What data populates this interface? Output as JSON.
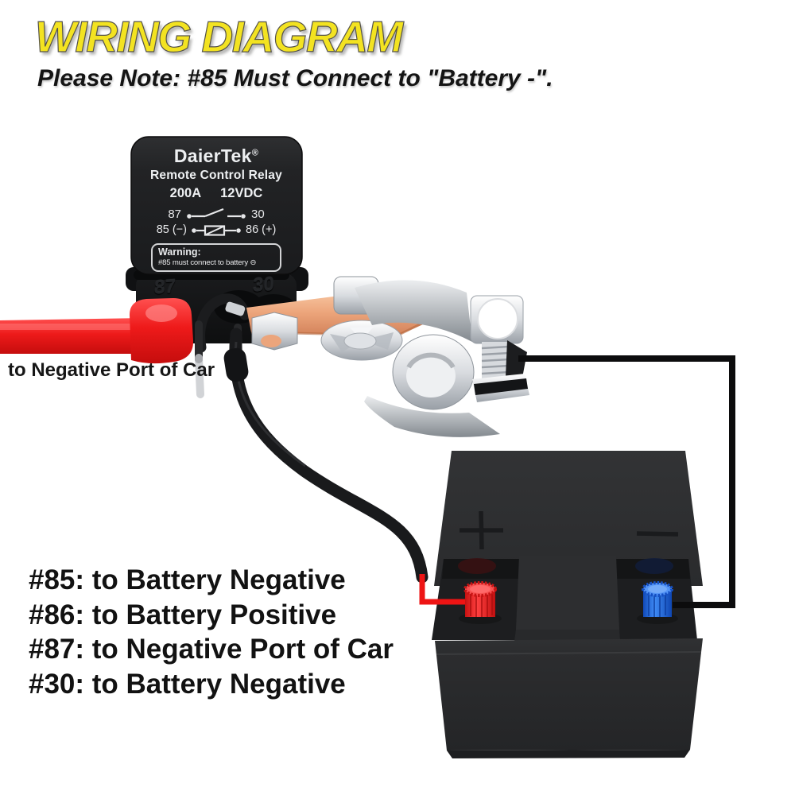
{
  "header": {
    "title": "WIRING DIAGRAM",
    "subtitle": "Please Note: #85 Must Connect to \"Battery -\"."
  },
  "relay": {
    "brand": "DaierTek",
    "registered_mark": "®",
    "product_name": "Remote Control Relay",
    "current_rating": "200A",
    "voltage_rating": "12VDC",
    "switch_terminal_left": "87",
    "switch_terminal_right": "30",
    "coil_terminal_left": "85 (−)",
    "coil_terminal_right": "86 (+)",
    "warning_title": "Warning:",
    "warning_text": "#85 must connect to battery ⊖",
    "case_terminal_left": "87",
    "case_terminal_right": "30"
  },
  "annotations": {
    "red_cable_label": "to Negative Port of Car"
  },
  "battery": {
    "positive_symbol": "+",
    "negative_symbol": "−"
  },
  "legend": {
    "items": [
      "#85: to Battery Negative",
      "#86: to Battery Positive",
      "#87: to Negative Port of Car",
      "#30: to Battery Negative"
    ]
  },
  "colors": {
    "title_yellow": "#f3e321",
    "relay_body": "#1c1d1f",
    "cable_red": "#ec1515",
    "copper": "#e8a87d",
    "chrome": "#d7dade",
    "battery_gray": "#2c2d2f",
    "terminal_red": "#ee2020",
    "terminal_blue": "#2268e8",
    "wire_black": "#0d0d0e"
  }
}
